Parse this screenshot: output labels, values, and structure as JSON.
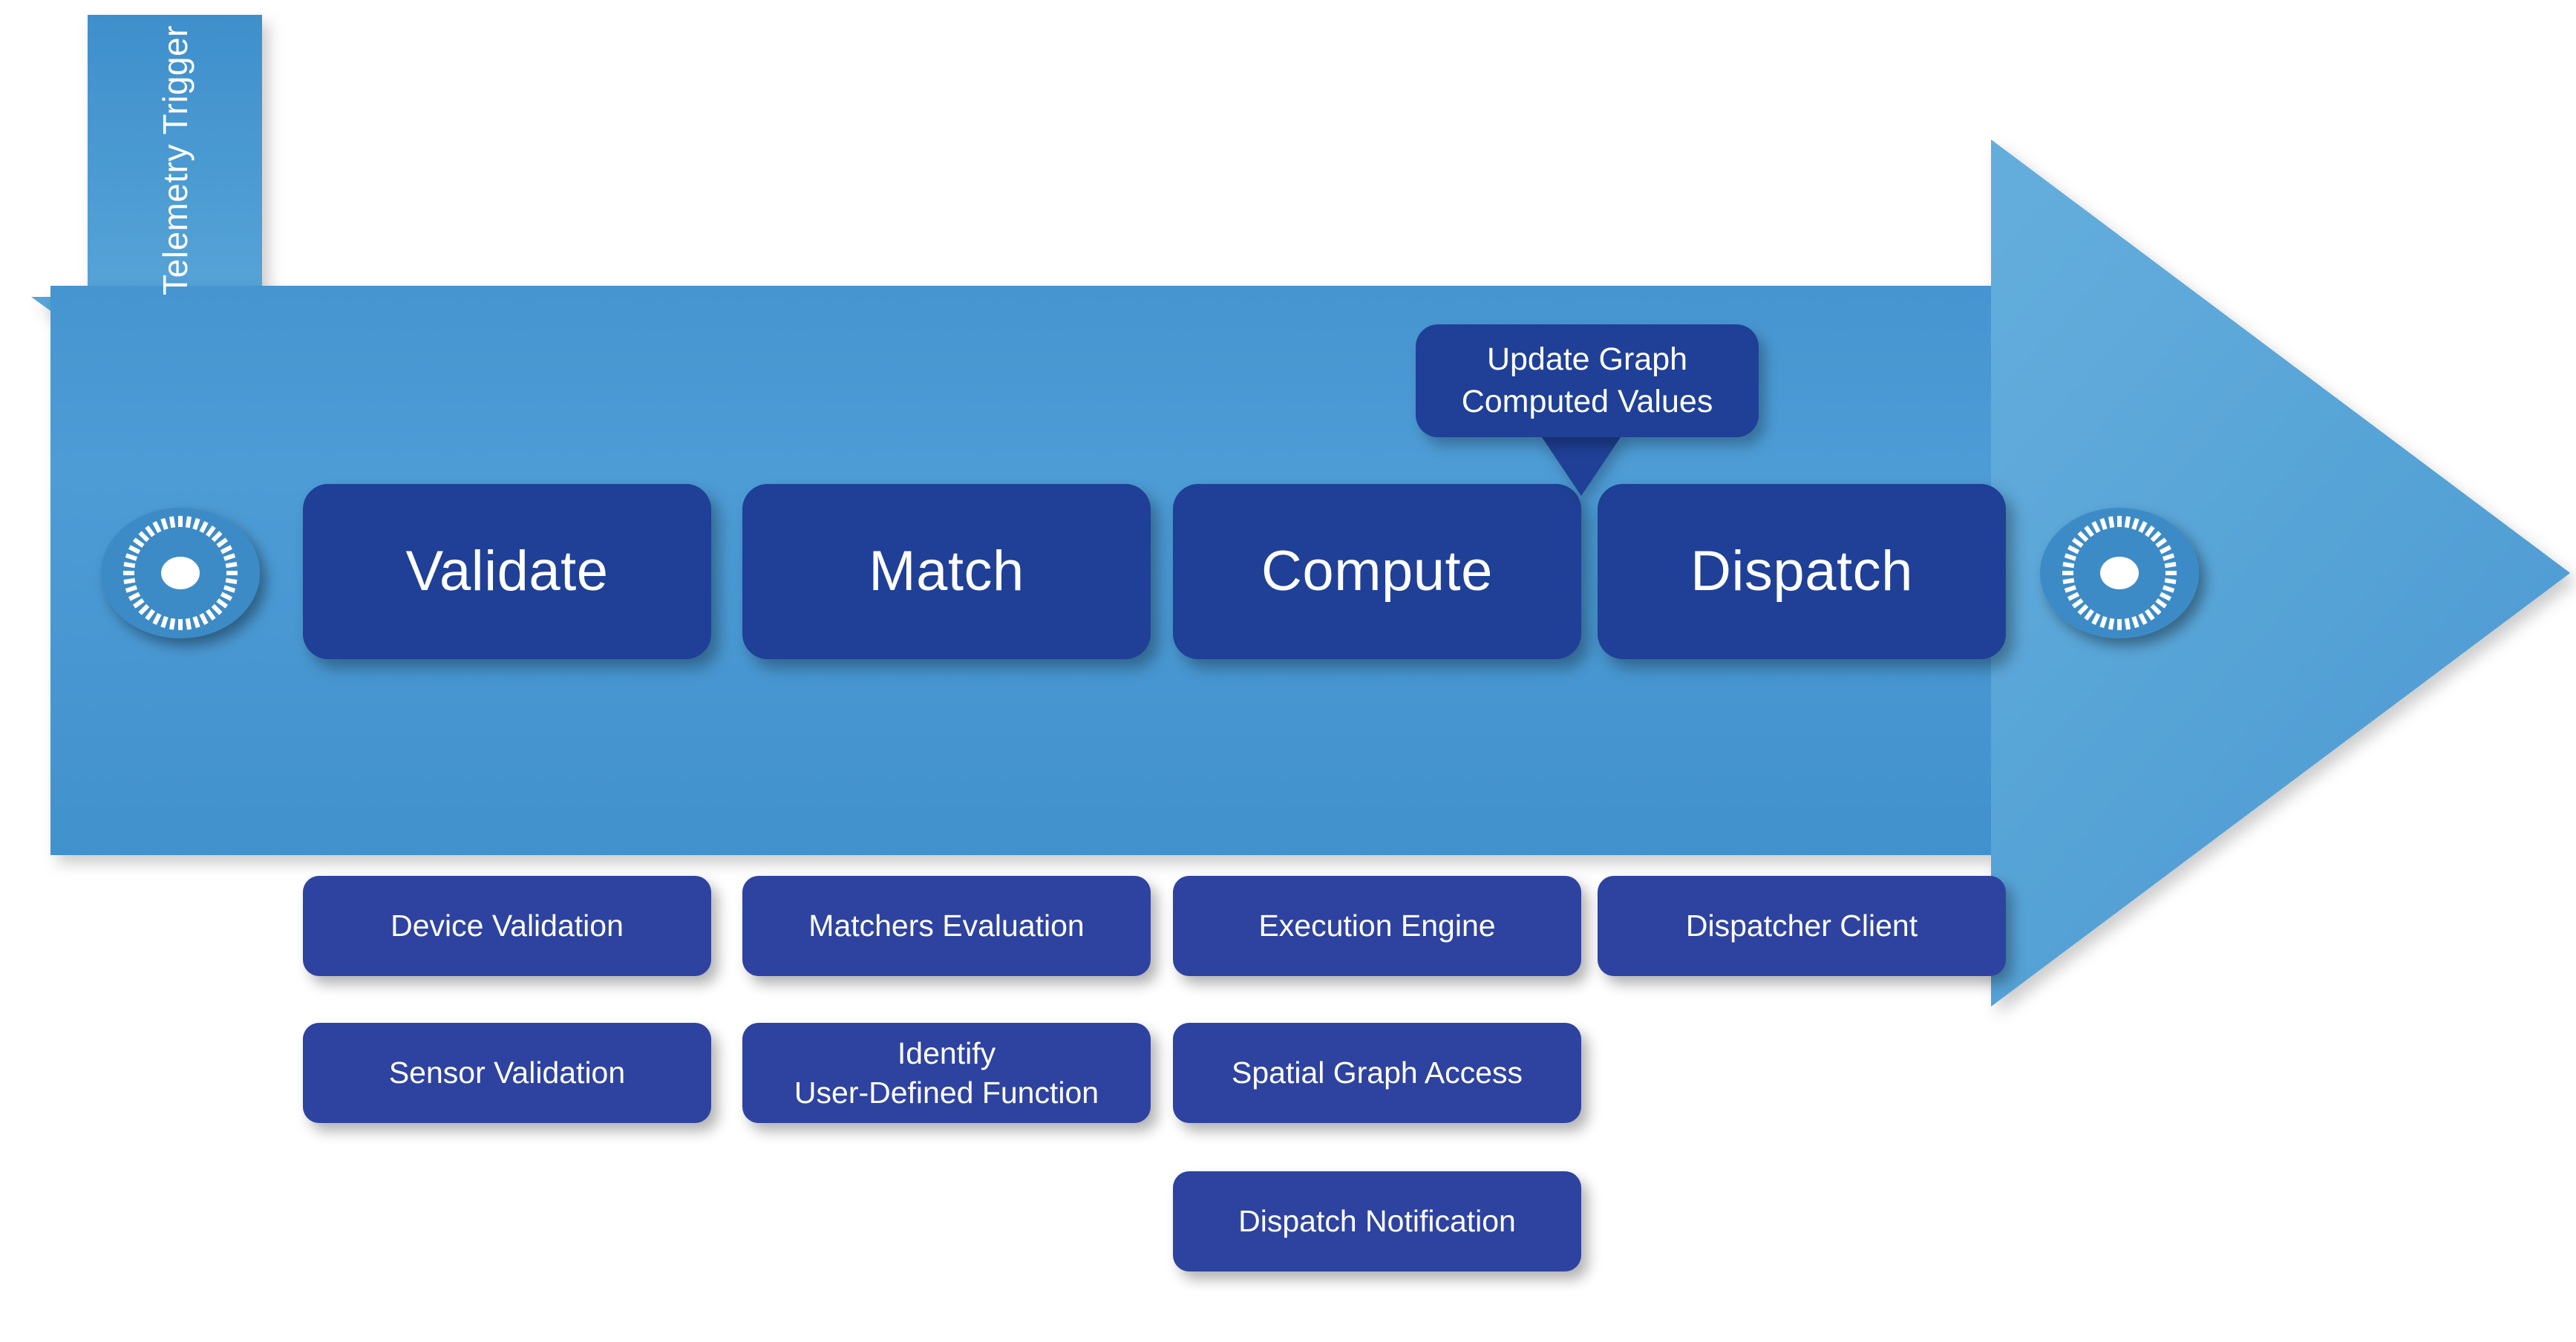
{
  "diagram": {
    "title": "Telemetry Processing Pipeline",
    "colors": {
      "arrow_light": "#63ADDC",
      "arrow_body": "#4A97D2",
      "arrow_dark": "#3182BE",
      "stage_box": "#1F4096",
      "sub_box": "#2E43A0",
      "text": "#FFFFFF"
    }
  },
  "trigger": {
    "label": "Telemetry Trigger",
    "icon": "down-arrow"
  },
  "endpoints": {
    "start_icon": "dial-gauge-icon",
    "end_icon": "dial-gauge-icon"
  },
  "callout": {
    "line1": "Update Graph",
    "line2": "Computed Values",
    "attached_to": "Dispatch"
  },
  "stages": [
    {
      "label": "Validate"
    },
    {
      "label": "Match"
    },
    {
      "label": "Compute"
    },
    {
      "label": "Dispatch"
    }
  ],
  "components": {
    "validate": [
      {
        "line1": "Device Validation",
        "line2": ""
      },
      {
        "line1": "Sensor Validation",
        "line2": ""
      }
    ],
    "match": [
      {
        "line1": "Matchers Evaluation",
        "line2": ""
      },
      {
        "line1": "Identify",
        "line2": "User-Defined Function"
      }
    ],
    "compute": [
      {
        "line1": "Execution Engine",
        "line2": ""
      },
      {
        "line1": "Spatial Graph Access",
        "line2": ""
      },
      {
        "line1": "Dispatch Notification",
        "line2": ""
      }
    ],
    "dispatch": [
      {
        "line1": "Dispatcher Client",
        "line2": ""
      }
    ]
  }
}
